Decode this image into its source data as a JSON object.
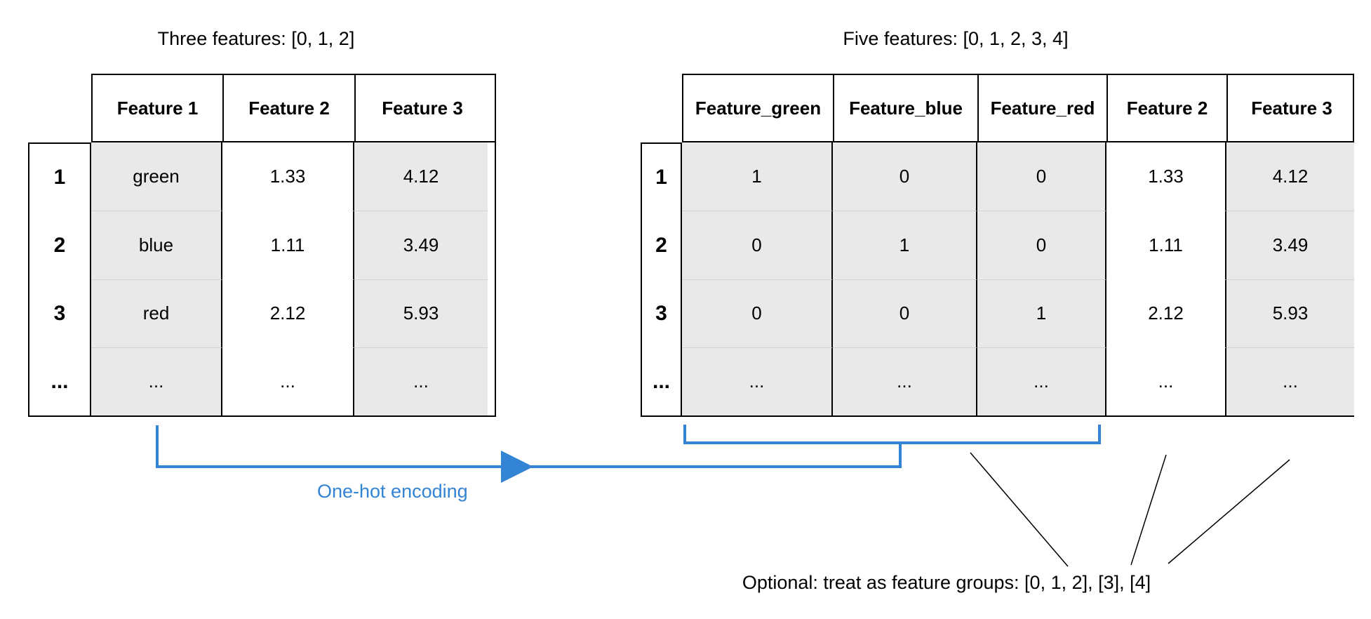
{
  "diagram": {
    "left_table": {
      "title": "Three features: [0, 1, 2]",
      "columns": [
        "Feature 1",
        "Feature 2",
        "Feature 3"
      ],
      "row_labels": [
        "1",
        "2",
        "3",
        "..."
      ],
      "rows": [
        [
          "green",
          "1.33",
          "4.12"
        ],
        [
          "blue",
          "1.11",
          "3.49"
        ],
        [
          "red",
          "2.12",
          "5.93"
        ],
        [
          "...",
          "...",
          "..."
        ]
      ],
      "shaded_columns": [
        0,
        2
      ]
    },
    "right_table": {
      "title": "Five features: [0, 1, 2, 3, 4]",
      "columns": [
        "Feature_green",
        "Feature_blue",
        "Feature_red",
        "Feature 2",
        "Feature 3"
      ],
      "row_labels": [
        "1",
        "2",
        "3",
        "..."
      ],
      "rows": [
        [
          "1",
          "0",
          "0",
          "1.33",
          "4.12"
        ],
        [
          "0",
          "1",
          "0",
          "1.11",
          "3.49"
        ],
        [
          "0",
          "0",
          "1",
          "2.12",
          "5.93"
        ],
        [
          "...",
          "...",
          "...",
          "...",
          "..."
        ]
      ],
      "shaded_columns": [
        0,
        1,
        2,
        4
      ]
    },
    "arrow_label": "One-hot encoding",
    "footnote": "Optional: treat as feature groups: [0, 1, 2], [3], [4]",
    "colors": {
      "accent_blue": "#3384d4",
      "cell_shade": "#e9e9e9",
      "line_black": "#000000"
    }
  }
}
